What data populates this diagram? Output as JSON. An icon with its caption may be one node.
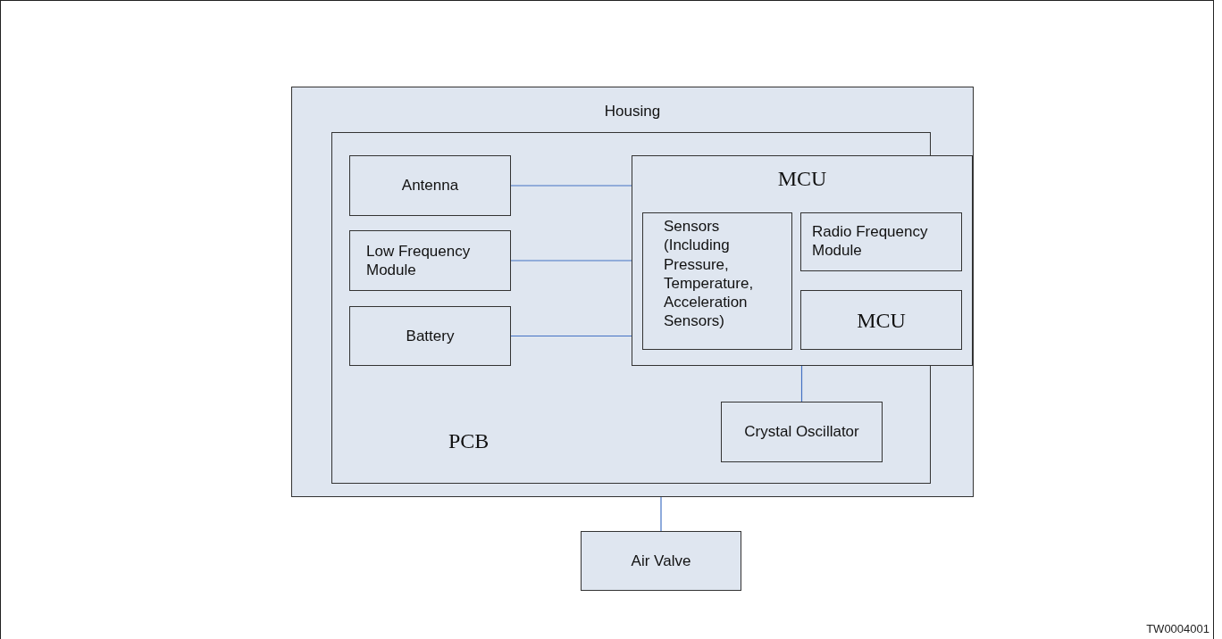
{
  "diagram": {
    "nodes": [
      {
        "text": [
          "Housing"
        ]
      },
      {
        "text": [
          "PCB"
        ],
        "in": 0
      },
      {
        "text": [
          "Antenna"
        ],
        "in": 1
      },
      {
        "text": [
          "Low Frequency Module"
        ],
        "in": 1
      },
      {
        "text": [
          "Battery"
        ],
        "in": 1
      },
      {
        "text": [
          "MCU"
        ],
        "in": 1
      },
      {
        "text": [
          "Sensors (Including Pressure, Temperature, Acceleration Sensors)"
        ],
        "in": 5
      },
      {
        "text": [
          "Radio Frequency Module"
        ],
        "in": 5
      },
      {
        "text": [
          "MCU"
        ],
        "in": 5
      },
      {
        "text": [
          "Crystal Oscillator"
        ],
        "in": 1
      },
      {
        "text": [
          "Air Valve"
        ]
      }
    ],
    "edges": [
      {
        "from": 2,
        "to": 5,
        "arrow": "none"
      },
      {
        "from": 3,
        "to": 5,
        "arrow": "none"
      },
      {
        "from": 4,
        "to": 5,
        "arrow": "none"
      },
      {
        "from": 5,
        "to": 9,
        "arrow": "none"
      },
      {
        "from": 0,
        "to": 10,
        "arrow": "none"
      }
    ],
    "labels": [
      "TW0004001"
    ]
  }
}
